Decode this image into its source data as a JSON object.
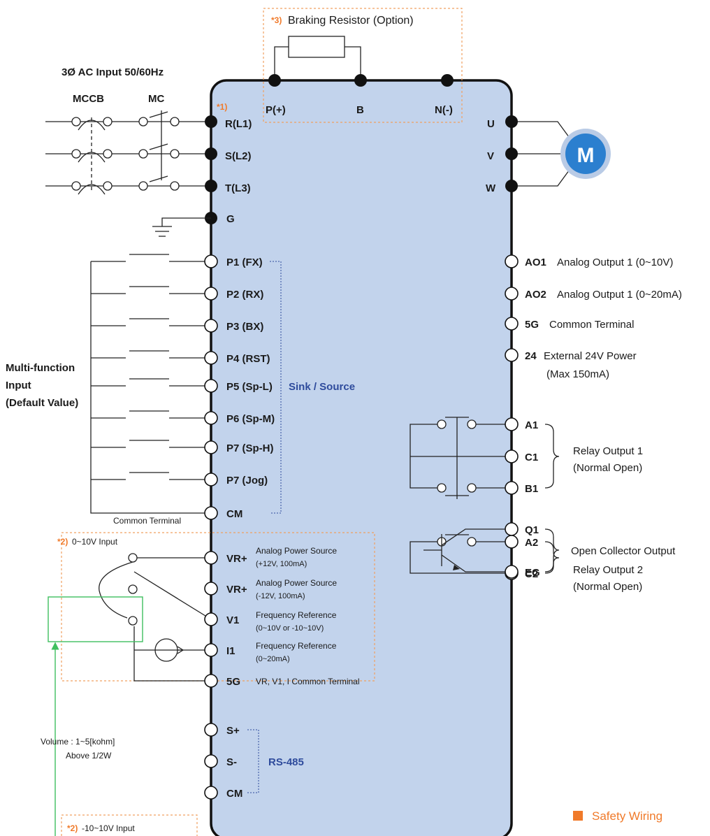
{
  "braking": {
    "note": "*3)",
    "label": "Braking Resistor (Option)"
  },
  "ac_input": {
    "title": "3Ø AC Input 50/60Hz",
    "mccb": "MCCB",
    "mc": "MC"
  },
  "note1": "*1)",
  "power_terminals": [
    "R(L1)",
    "S(L2)",
    "T(L3)",
    "G"
  ],
  "dc_terminals": [
    "P(+)",
    "B",
    "N(-)"
  ],
  "motor": {
    "terminals": [
      "U",
      "V",
      "W"
    ],
    "symbol": "M"
  },
  "multifunction": {
    "label_lines": [
      "Multi-function",
      "Input",
      "(Default Value)"
    ],
    "terminals": [
      "P1 (FX)",
      "P2 (RX)",
      "P3 (BX)",
      "P4 (RST)",
      "P5 (Sp-L)",
      "P6 (Sp-M)",
      "P7 (Sp-H)",
      "P7 (Jog)",
      "CM"
    ],
    "sink_source": "Sink / Source",
    "common_terminal": "Common Terminal"
  },
  "analog_input": {
    "note": "*2)",
    "title": "0~10V Input",
    "terminals": [
      {
        "name": "VR+",
        "desc1": "Analog Power Source",
        "desc2": "(+12V, 100mA)"
      },
      {
        "name": "VR+",
        "desc1": "Analog Power Source",
        "desc2": "(-12V, 100mA)"
      },
      {
        "name": "V1",
        "desc1": "Frequency Reference",
        "desc2": "(0~10V or -10~10V)"
      },
      {
        "name": "I1",
        "desc1": "Frequency Reference",
        "desc2": "(0~20mA)"
      },
      {
        "name": "5G",
        "desc1": "VR, V1, I Common Terminal",
        "desc2": ""
      }
    ],
    "volume_line1": "Volume : 1~5[kohm]",
    "volume_line2": "Above 1/2W"
  },
  "rs485": {
    "terminals": [
      "S+",
      "S-",
      "CM"
    ],
    "label": "RS-485"
  },
  "bottom_note": {
    "note": "*2)",
    "title": "-10~10V Input"
  },
  "analog_outputs": [
    {
      "name": "AO1",
      "desc1": "Analog Output 1 (0~10V)",
      "desc2": ""
    },
    {
      "name": "AO2",
      "desc1": "Analog Output 1 (0~20mA)",
      "desc2": ""
    },
    {
      "name": "5G",
      "desc1": "Common Terminal",
      "desc2": ""
    },
    {
      "name": "24",
      "desc1": "External 24V Power",
      "desc2": "(Max 150mA)"
    }
  ],
  "relay1": {
    "terminals": [
      "A1",
      "C1",
      "B1"
    ],
    "line1": "Relay Output 1",
    "line2": "(Normal Open)"
  },
  "relay2": {
    "terminals": [
      "A2",
      "C2"
    ],
    "line1": "Relay Output 2",
    "line2": "(Normal Open)"
  },
  "open_collector": {
    "terminals": [
      "Q1",
      "EG"
    ],
    "label": "Open Collector Output"
  },
  "legend": {
    "label": "Safety Wiring",
    "color": "#f07a2a"
  },
  "colors": {
    "inverter_fill": "#c2d3ec",
    "motor": "#2b7fcf",
    "dotted_box": "#f0a060",
    "pot_box": "#3fbf5f",
    "sink_line": "#2e4b9c"
  }
}
